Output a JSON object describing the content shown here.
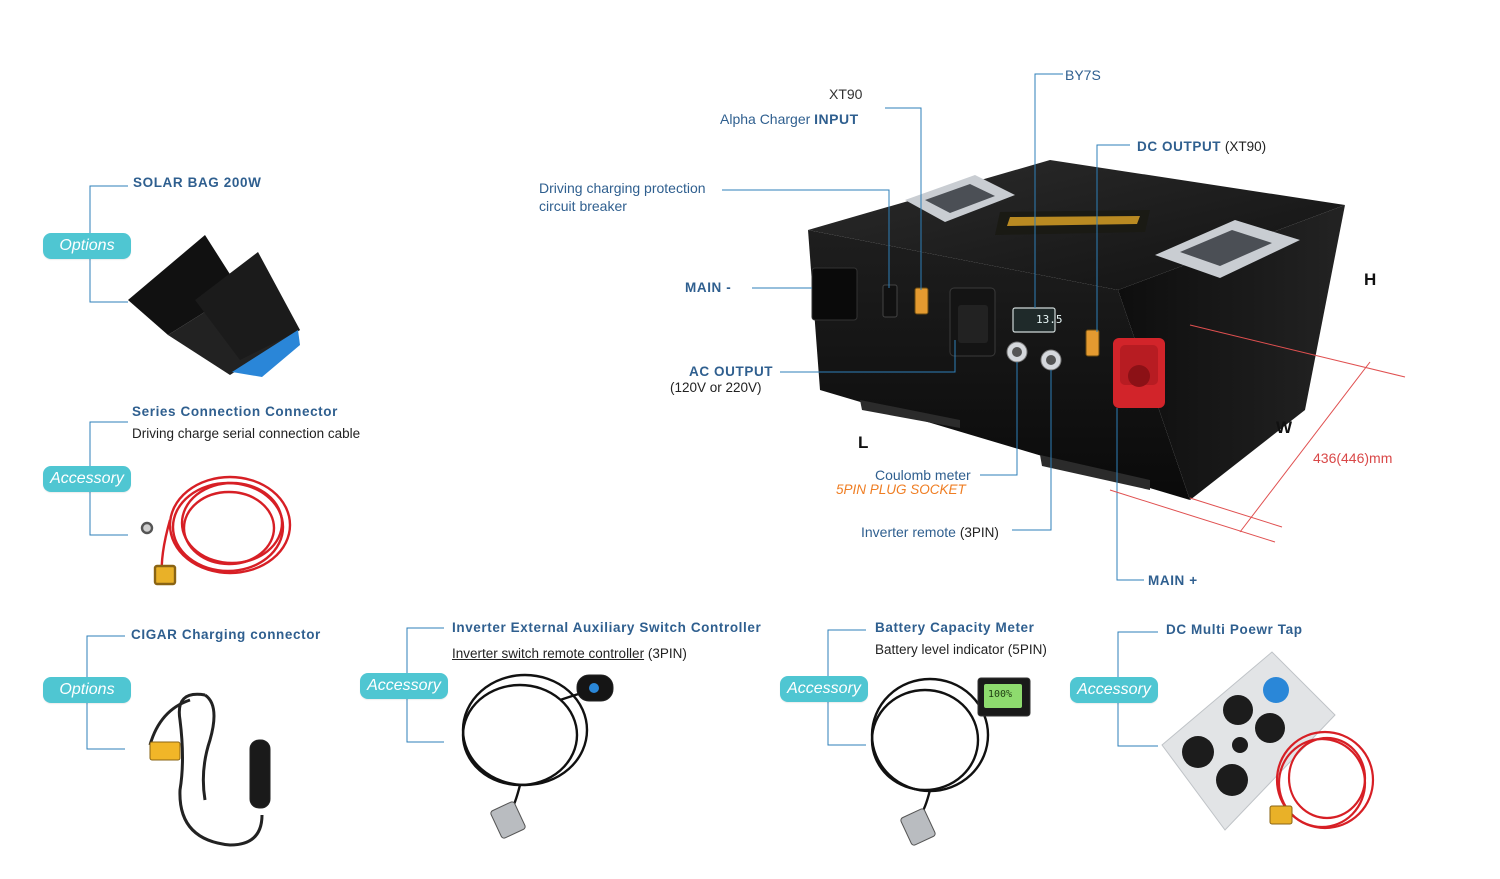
{
  "main_unit": {
    "callouts": {
      "xt90": "XT90",
      "alpha_prefix": "Alpha Charger ",
      "alpha_bold": "INPUT",
      "by7s": "BY7S",
      "dc_output_bold": "DC OUTPUT",
      "dc_output_suffix": " (XT90)",
      "breaker_line1": "Driving charging protection",
      "breaker_line2": "circuit breaker",
      "main_minus": "MAIN -",
      "ac_output": "AC OUTPUT",
      "ac_voltage": "(120V or 220V)",
      "coulomb": "Coulomb meter",
      "plug_socket": "5PIN PLUG SOCKET",
      "inverter_remote_prefix": "Inverter remote ",
      "inverter_remote_suffix": "(3PIN)",
      "main_plus": "MAIN +"
    },
    "dimensions": {
      "h": "H",
      "w": "W",
      "l": "L",
      "size": "436(446)mm"
    },
    "device_display": "13.5"
  },
  "items": {
    "solar": {
      "tag": "Options",
      "title": "SOLAR BAG 200W"
    },
    "series": {
      "tag": "Accessory",
      "title": "Series Connection Connector",
      "desc": "Driving charge serial connection cable"
    },
    "cigar": {
      "tag": "Options",
      "title": "CIGAR Charging connector"
    },
    "inverter_switch": {
      "tag": "Accessory",
      "title": "Inverter External Auxiliary Switch Controller",
      "desc_main": "Inverter switch remote controller",
      "desc_suffix": " (3PIN)"
    },
    "capacity_meter": {
      "tag": "Accessory",
      "title": "Battery Capacity Meter",
      "desc": "Battery level indicator (5PIN)",
      "display": "100%"
    },
    "dc_tap": {
      "tag": "Accessory",
      "title": "DC Multi Poewr Tap"
    }
  },
  "colors": {
    "accent_teal": "#4fc6d2",
    "label_blue": "#2f5f8f",
    "dimension_red": "#e05050",
    "highlight_orange": "#ef7d22"
  }
}
